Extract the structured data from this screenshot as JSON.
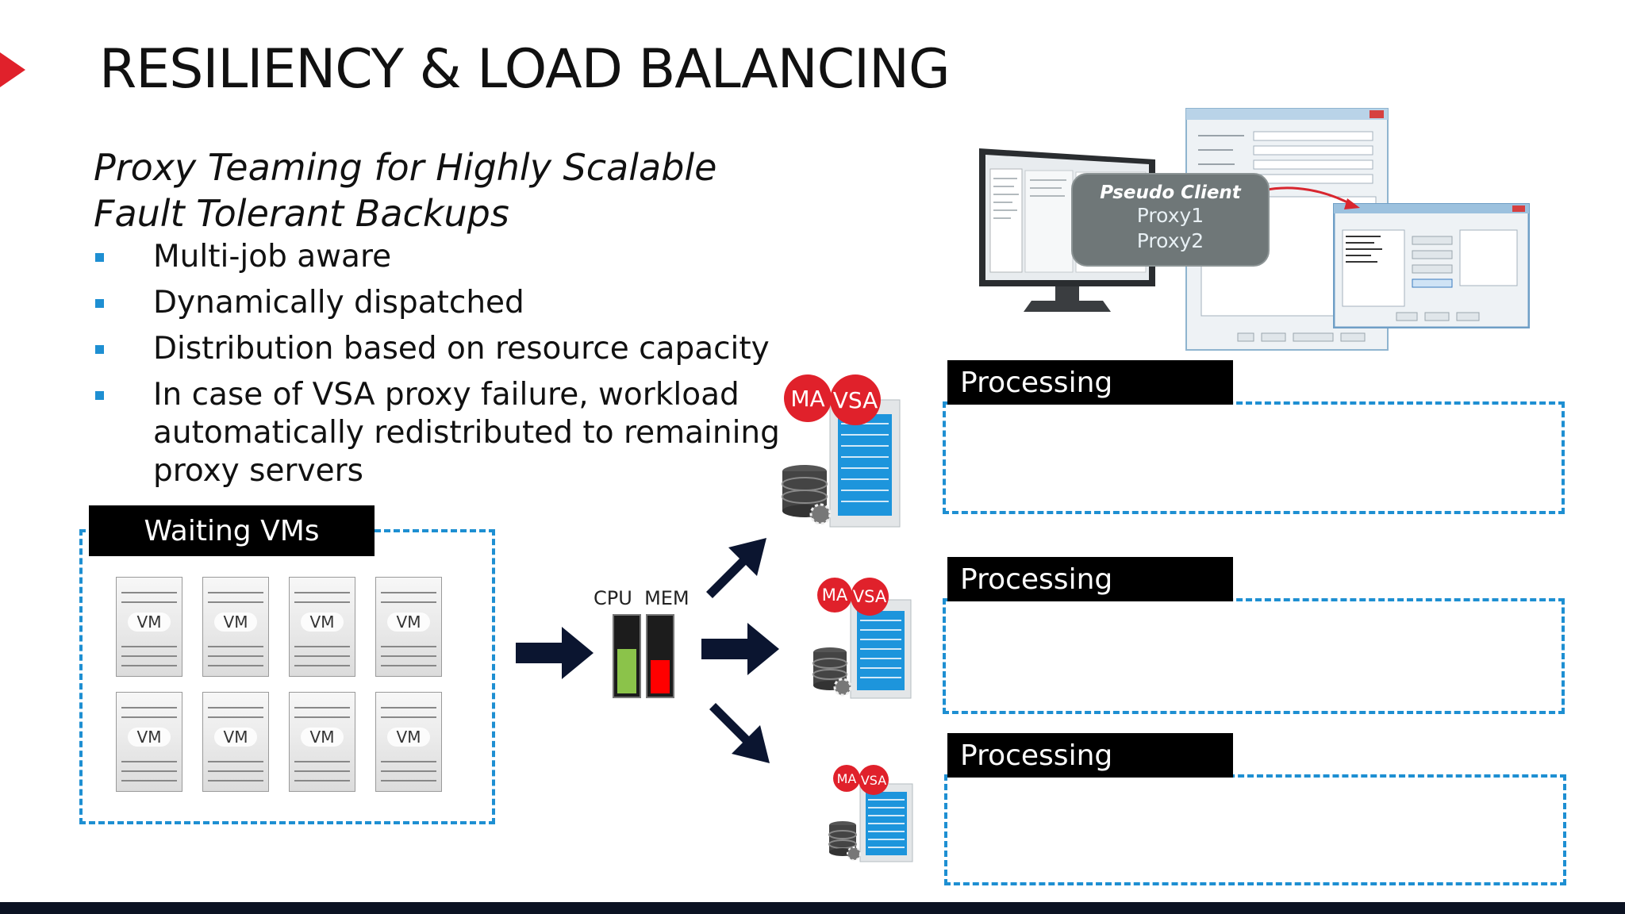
{
  "title": "RESILIENCY & LOAD BALANCING",
  "subtitle": "Proxy Teaming for Highly Scalable Fault Tolerant Backups",
  "bullets": [
    "Multi-job aware",
    "Dynamically dispatched",
    "Distribution based on resource capacity",
    "In case of VSA proxy failure, workload automatically redistributed to remaining proxy servers"
  ],
  "waiting": {
    "label": "Waiting VMs",
    "vm_label": "VM",
    "vm_count": 8
  },
  "resources": {
    "cpu_label": "CPU",
    "mem_label": "MEM",
    "cpu_level": 0.6,
    "mem_level": 0.45,
    "cpu_color": "#8bc34a",
    "mem_color": "#ff0000"
  },
  "proxies": [
    {
      "badge_ma": "MA",
      "badge_vsa": "VSA",
      "status": "Processing"
    },
    {
      "badge_ma": "MA",
      "badge_vsa": "VSA",
      "status": "Processing"
    },
    {
      "badge_ma": "MA",
      "badge_vsa": "VSA",
      "status": "Processing"
    }
  ],
  "pseudo_client": {
    "heading": "Pseudo Client",
    "members": [
      "Proxy1",
      "Proxy2"
    ]
  },
  "colors": {
    "accent_blue": "#1e8fd2",
    "badge_red": "#e0212b",
    "arrow_navy": "#0b1530",
    "label_black": "#000000"
  }
}
